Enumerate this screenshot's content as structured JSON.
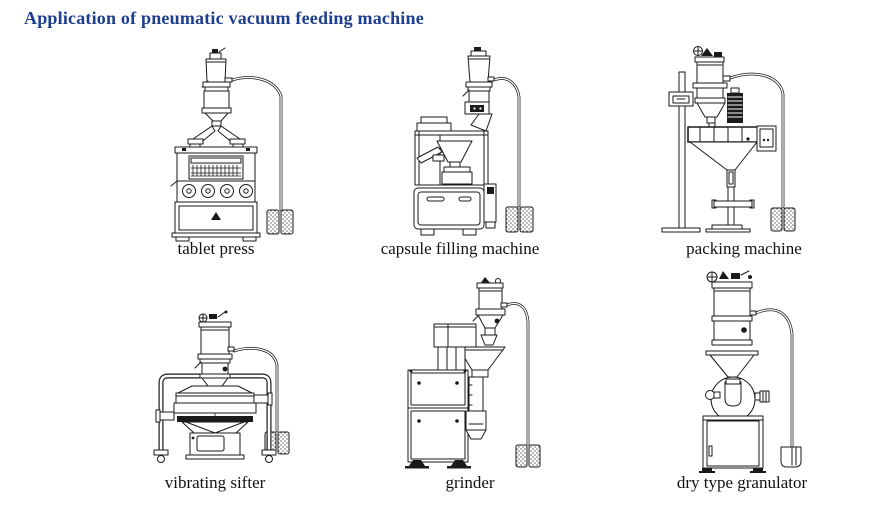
{
  "page": {
    "title": "Application of pneumatic vacuum feeding machine",
    "title_color": "#1d3e8f",
    "background_color": "#ffffff"
  },
  "machines": [
    {
      "id": "tablet-press",
      "label": "tablet press"
    },
    {
      "id": "capsule-filling-machine",
      "label": "capsule filling machine"
    },
    {
      "id": "packing-machine",
      "label": "packing machine"
    },
    {
      "id": "vibrating-sifter",
      "label": "vibrating sifter"
    },
    {
      "id": "grinder",
      "label": "grinder"
    },
    {
      "id": "dry-type-granulator",
      "label": "dry type granulator"
    }
  ]
}
